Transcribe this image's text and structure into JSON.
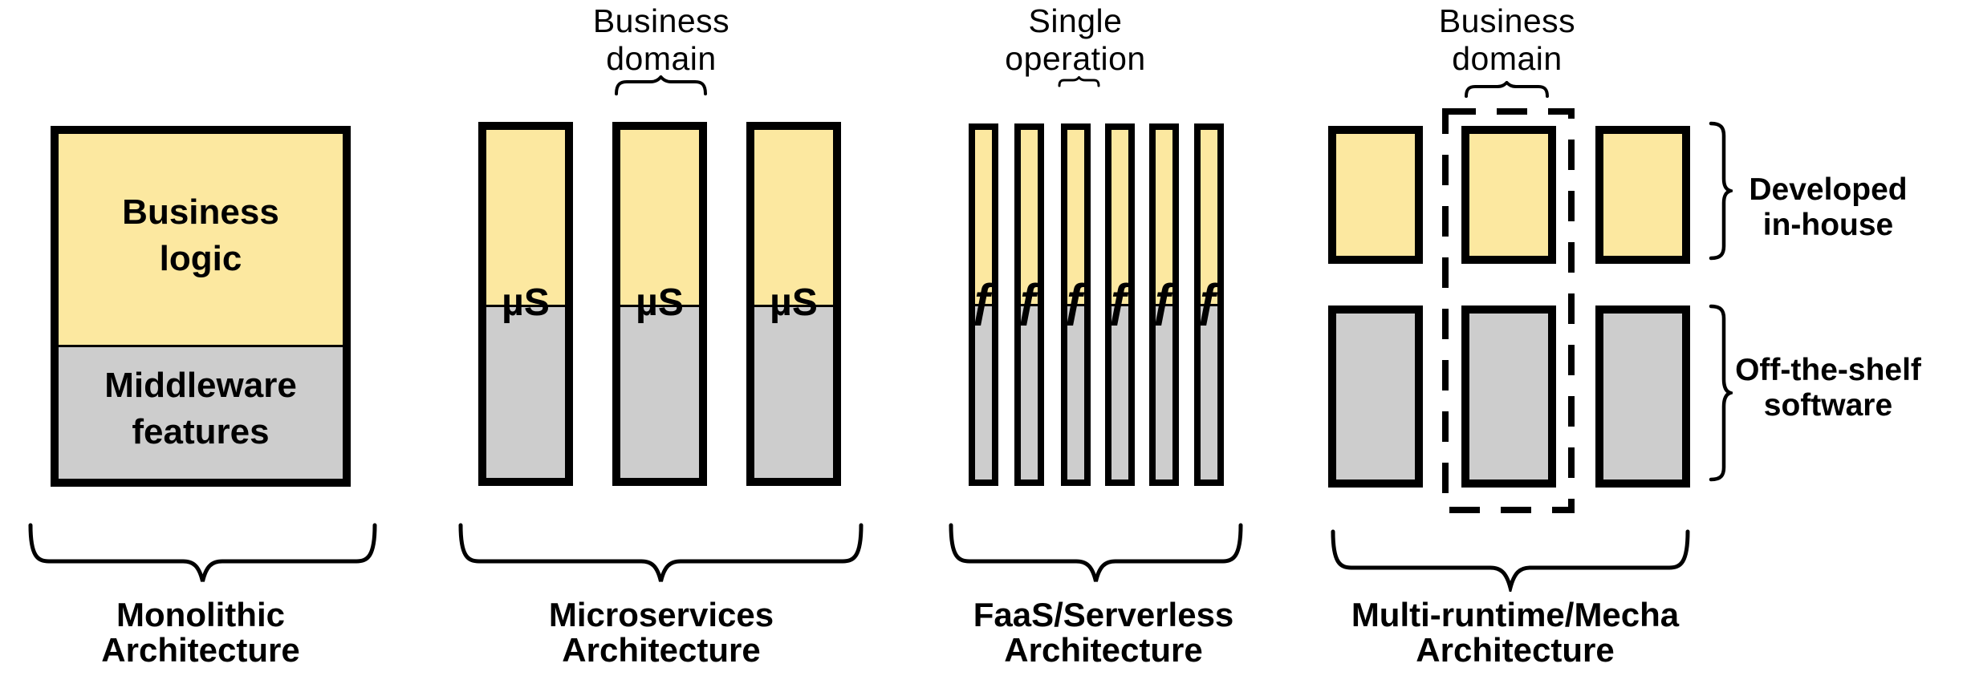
{
  "colors": {
    "unit_yellow": "#FCE8A0",
    "unit_gray": "#CDCDCD",
    "outline": "#000000",
    "background": "#FFFFFF"
  },
  "monolithic": {
    "business_label": "Business\nlogic",
    "middleware_label": "Middleware\nfeatures",
    "caption": "Monolithic\nArchitecture"
  },
  "microservices": {
    "header": "Business\ndomain",
    "unit_label": "µS",
    "caption": "Microservices\nArchitecture"
  },
  "faas": {
    "header": "Single\noperation",
    "unit_label": "ƒ",
    "caption": "FaaS/Serverless\nArchitecture"
  },
  "multiruntime": {
    "header": "Business\ndomain",
    "caption": "Multi-runtime/Mecha\nArchitecture",
    "developed_label": "Developed\nin-house",
    "offtheshelf_label": "Off-the-shelf\nsoftware"
  }
}
